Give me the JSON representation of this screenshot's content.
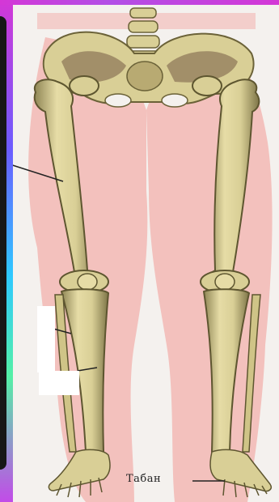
{
  "labels": {
    "foot": "Табан"
  },
  "colors": {
    "frame_magenta": "#d437d6",
    "frame_cyan": "#2ec9ff",
    "frame_green": "#54f0a6",
    "skin": "#f2b8b4",
    "bone": "#d9cf96",
    "bone_shadow": "#8f8655",
    "background": "#f4f1ee"
  },
  "icons": [
    "pelvis-bone",
    "spine-vertebrae",
    "femur-bone",
    "tibia-bone",
    "fibula-bone",
    "foot-bones"
  ]
}
